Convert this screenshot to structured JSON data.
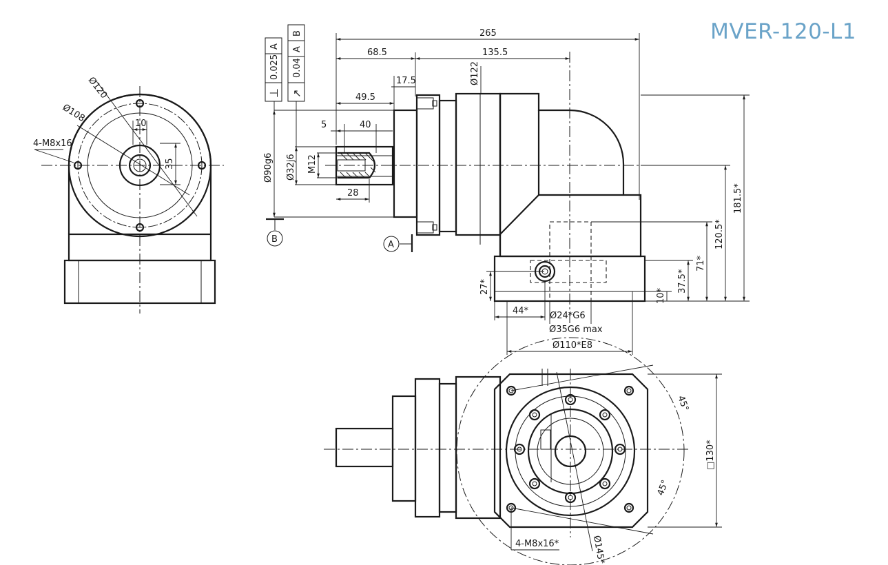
{
  "title": "MVER-120-L1",
  "side_view": {
    "bolt_note": "4-M8x16",
    "dia_a": "Ø120",
    "dia_b": "Ø108",
    "key_width": "10",
    "key_height": "35"
  },
  "front_view": {
    "dims": {
      "overall_length": "265",
      "left_length": "68.5",
      "right_length": "135.5",
      "flange_thickness": "17.5",
      "shaft_length": "49.5",
      "shaft_offset": "5",
      "key_length": "40",
      "key_pos": "28",
      "body_dia": "Ø122",
      "pilot_dia": "Ø90g6",
      "shaft_dia": "Ø32j6",
      "thread": "M12",
      "height_total": "181.5*",
      "height_axis": "120.5*",
      "height_71": "71*",
      "height_37": "37.5*",
      "height_10": "10*",
      "height_27": "27*",
      "width_44": "44*",
      "bore_a": "Ø24*G6",
      "bore_b": "Ø35G6 max",
      "flange_pilot": "Ø110*E8"
    },
    "tolerance": {
      "perp_symbol": "⊥",
      "perp_value": "0.025",
      "perp_datum": "A",
      "runout_symbol": "↗",
      "runout_value": "0.04",
      "runout_datum_1": "A",
      "runout_datum_2": "B"
    },
    "datum_a": "A",
    "datum_b": "B"
  },
  "bottom_view": {
    "bolt_note": "4-M8x16*",
    "angle_1": "45°",
    "angle_2": "45°",
    "square": "□130*",
    "pcd": "Ø145*"
  },
  "colors": {
    "title": "#6aa3c8",
    "line": "#1a1a1a"
  }
}
